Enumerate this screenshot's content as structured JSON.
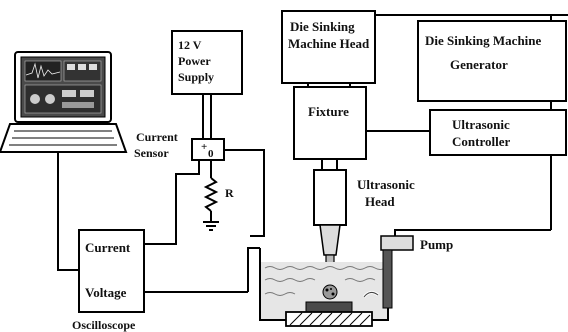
{
  "labels": {
    "power_supply": [
      "12 V",
      "Power",
      "Supply"
    ],
    "die_sinking_head": [
      "Die Sinking",
      "Machine Head"
    ],
    "generator": [
      "Die Sinking Machine",
      "Generator"
    ],
    "current_sensor": [
      "Current",
      "Sensor"
    ],
    "sensor_symbol_top": "+",
    "sensor_symbol_bottom": "0",
    "resistor": "R",
    "fixture": "Fixture",
    "ultrasonic_controller": [
      "Ultrasonic",
      "Controller"
    ],
    "ultrasonic_head": [
      "Ultrasonic",
      "Head"
    ],
    "pump": "Pump",
    "osc_current": "Current",
    "osc_voltage": "Voltage",
    "oscilloscope": "Oscilloscope"
  }
}
